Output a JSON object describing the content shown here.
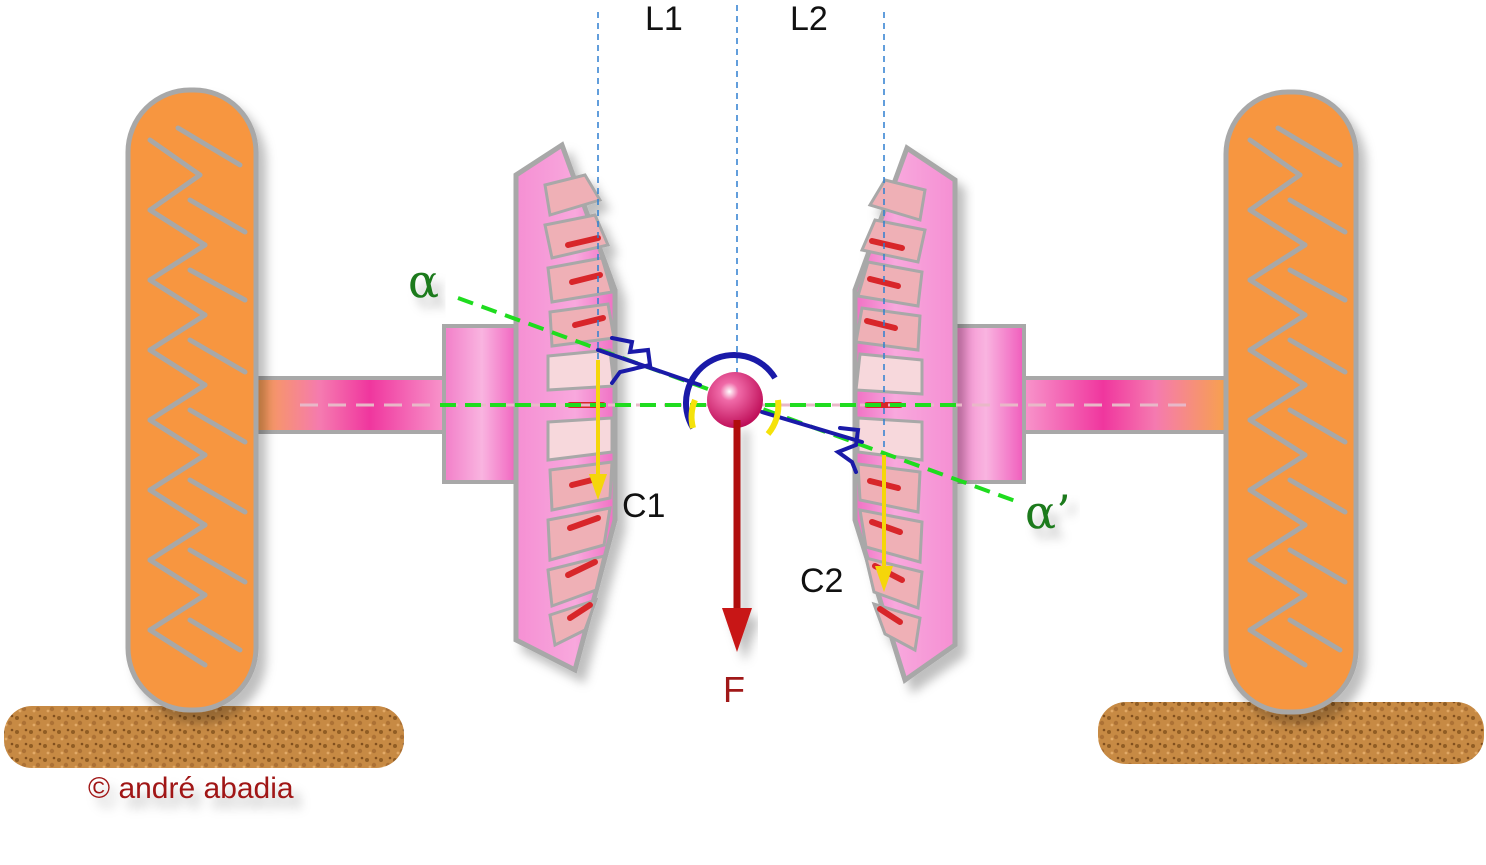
{
  "labels": {
    "l1": "L1",
    "l2": "L2",
    "c1": "C1",
    "c2": "C2",
    "force": "F",
    "alpha": "α",
    "alpha_prime": "α’"
  },
  "copyright": "© andré abadia",
  "colors": {
    "tire": "#f7963f",
    "tire_outline": "#a8a8a8",
    "gear_pink": "#f58fd3",
    "gear_tooth": "#e8909a",
    "tooth_mark": "#d8262c",
    "axle_pink": "#f24fb8",
    "ground": "#b8752a",
    "dimension_blue": "#0d3d9e",
    "dashed_blue": "#2f7fd0",
    "dashed_green": "#1fdc1f",
    "torque_yellow": "#f5e20a",
    "force_red": "#b01010",
    "label_red": "#a01818",
    "hub_magenta": "#e0187a",
    "label_green": "#1a7a1a"
  },
  "icons": {
    "left_wheel": "tire-with-tread",
    "right_wheel": "tire-with-tread",
    "left_gear": "bevel-gear-side-view",
    "right_gear": "bevel-gear-side-view",
    "pivot": "ball-joint"
  }
}
